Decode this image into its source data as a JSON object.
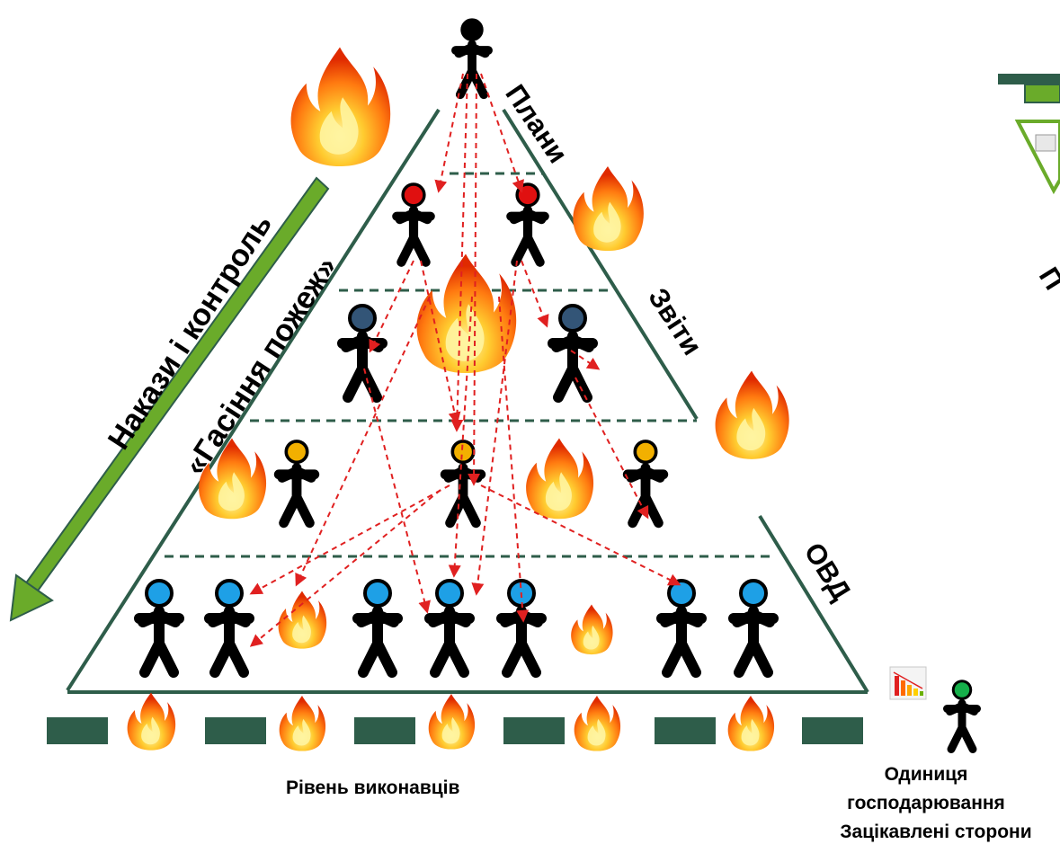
{
  "labels": {
    "plans": "Плани",
    "reports": "Звіти",
    "ovd": "ОВД",
    "orders": "Накази і контроль",
    "firefighting": "«Гасіння пожеж»",
    "performers": "Рівень виконавців",
    "unit_line1": "Одиниця",
    "unit_line2": "господарювання",
    "stakeholders": "Зацікавлені сторони",
    "partial_right": "П"
  },
  "colors": {
    "pyramid_line": "#2e5d4a",
    "dash_line": "#2e5d4a",
    "arrow_green": "#6aab2a",
    "arrow_red": "#e02020",
    "head_top": "#000000",
    "head_level1": "#e01010",
    "head_level2": "#335577",
    "head_level3": "#f2b000",
    "head_level4": "#1ea0e6",
    "head_unit": "#15b04a",
    "bar": "#2e5d4a"
  },
  "icons": [
    "person-icon",
    "fire-icon",
    "chart-icon"
  ]
}
